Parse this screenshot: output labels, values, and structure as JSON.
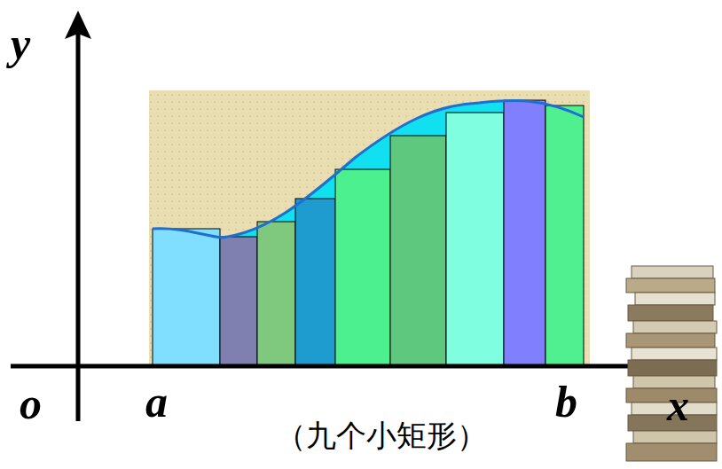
{
  "diagram": {
    "caption": "（九个小矩形）",
    "labels": [
      "y",
      "o",
      "a",
      "b",
      "x"
    ]
  }
}
